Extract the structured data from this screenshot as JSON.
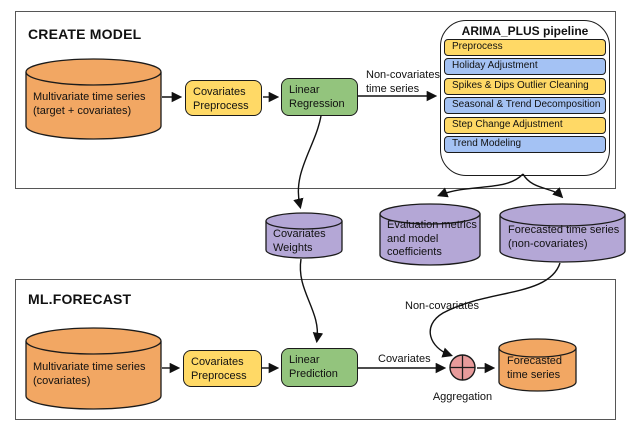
{
  "colors": {
    "orange": "#F2A763",
    "yellow": "#FFD966",
    "green": "#93C47D",
    "blue": "#A4C2F4",
    "purple": "#B4A7D6",
    "pink": "#E89B9B",
    "border": "#1b1b1b"
  },
  "create_model": {
    "title": "CREATE MODEL",
    "source": {
      "label": "Multivariate time series\n(target + covariates)"
    },
    "preprocess": {
      "label": "Covariates\nPreprocess"
    },
    "regression": {
      "label": "Linear\nRegression"
    },
    "noncov_arrow_label": "Non-covariates\ntime series",
    "pipeline": {
      "title": "ARIMA_PLUS pipeline",
      "steps": [
        {
          "label": "Preprocess",
          "color": "yellow"
        },
        {
          "label": "Holiday Adjustment",
          "color": "blue"
        },
        {
          "label": "Spikes & Dips Outlier Cleaning",
          "color": "yellow"
        },
        {
          "label": "Seasonal & Trend Decomposition",
          "color": "blue"
        },
        {
          "label": "Step Change Adjustment",
          "color": "yellow"
        },
        {
          "label": "Trend Modeling",
          "color": "blue"
        }
      ]
    }
  },
  "middle": {
    "covariates_weights": {
      "label": "Covariates\nWeights"
    },
    "evaluation": {
      "label": "Evaluation metrics\nand model\ncoefficients"
    },
    "forecasted_noncov": {
      "label": "Forecasted time series\n(non-covariates)"
    }
  },
  "ml_forecast": {
    "title": "ML.FORECAST",
    "source": {
      "label": "Multivariate time series\n(covariates)"
    },
    "preprocess": {
      "label": "Covariates\nPreprocess"
    },
    "prediction": {
      "label": "Linear\nPrediction"
    },
    "covariates_label": "Covariates",
    "noncovariates_label": "Non-covariates",
    "aggregation_label": "Aggregation",
    "forecasted": {
      "label": "Forecasted\ntime series"
    }
  }
}
